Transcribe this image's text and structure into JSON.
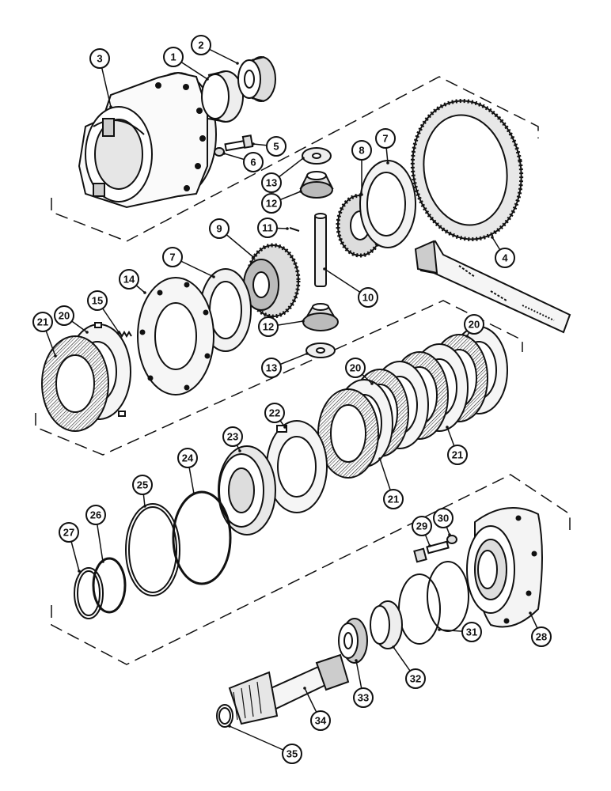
{
  "diagram": {
    "callouts": [
      {
        "id": "c1",
        "label": "1"
      },
      {
        "id": "c2",
        "label": "2"
      },
      {
        "id": "c3",
        "label": "3"
      },
      {
        "id": "c4",
        "label": "4"
      },
      {
        "id": "c5",
        "label": "5"
      },
      {
        "id": "c6",
        "label": "6"
      },
      {
        "id": "c7a",
        "label": "7"
      },
      {
        "id": "c7b",
        "label": "7"
      },
      {
        "id": "c8",
        "label": "8"
      },
      {
        "id": "c9",
        "label": "9"
      },
      {
        "id": "c10",
        "label": "10"
      },
      {
        "id": "c11",
        "label": "11"
      },
      {
        "id": "c12a",
        "label": "12"
      },
      {
        "id": "c12b",
        "label": "12"
      },
      {
        "id": "c13a",
        "label": "13"
      },
      {
        "id": "c13b",
        "label": "13"
      },
      {
        "id": "c14",
        "label": "14"
      },
      {
        "id": "c15",
        "label": "15"
      },
      {
        "id": "c20a",
        "label": "20"
      },
      {
        "id": "c20b",
        "label": "20"
      },
      {
        "id": "c20c",
        "label": "20"
      },
      {
        "id": "c21a",
        "label": "21"
      },
      {
        "id": "c21b",
        "label": "21"
      },
      {
        "id": "c21c",
        "label": "21"
      },
      {
        "id": "c22",
        "label": "22"
      },
      {
        "id": "c23",
        "label": "23"
      },
      {
        "id": "c24",
        "label": "24"
      },
      {
        "id": "c25",
        "label": "25"
      },
      {
        "id": "c26",
        "label": "26"
      },
      {
        "id": "c27",
        "label": "27"
      },
      {
        "id": "c28",
        "label": "28"
      },
      {
        "id": "c29",
        "label": "29"
      },
      {
        "id": "c30",
        "label": "30"
      },
      {
        "id": "c31",
        "label": "31"
      },
      {
        "id": "c32",
        "label": "32"
      },
      {
        "id": "c33",
        "label": "33"
      },
      {
        "id": "c34",
        "label": "34"
      },
      {
        "id": "c35",
        "label": "35"
      }
    ]
  }
}
